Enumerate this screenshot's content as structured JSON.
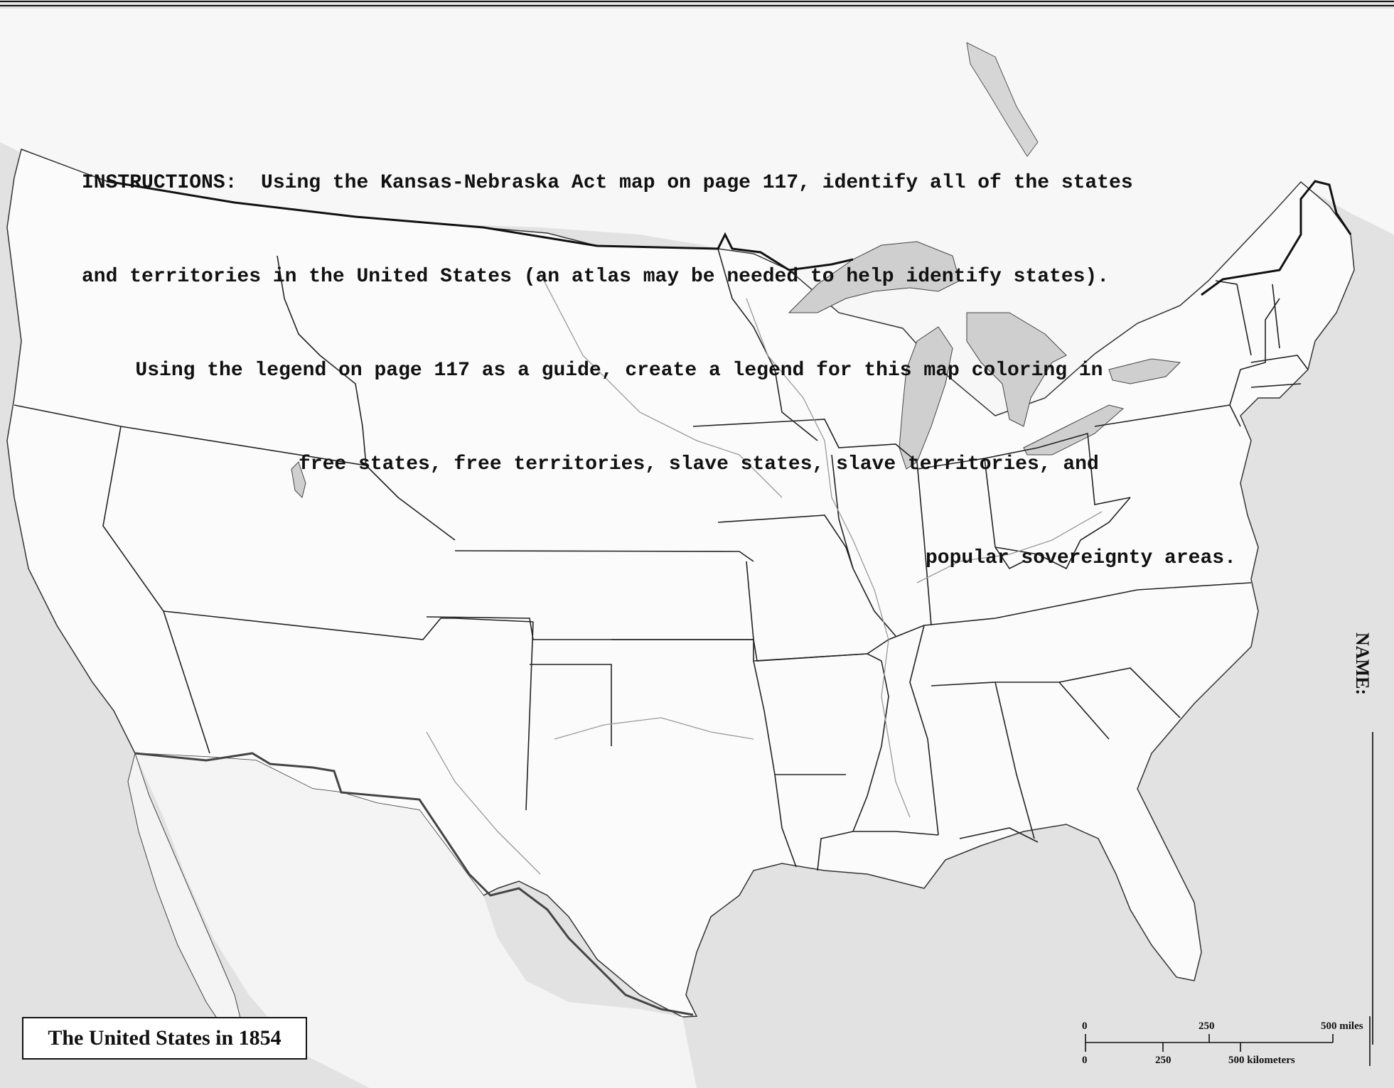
{
  "map": {
    "title": "The United States in 1854",
    "instructions": [
      "INSTRUCTIONS:  Using the Kansas-Nebraska Act map on page 117, identify all of the states",
      "and territories in the United States (an atlas may be needed to help identify states).",
      "   Using the legend on page 117 as a guide, create a legend for this map coloring in",
      "free states, free territories, slave states, slave territories, and",
      "popular sovereignty areas."
    ],
    "name_label": "NAME:",
    "scale_bar": {
      "miles": [
        "0",
        "250",
        "500 miles"
      ],
      "kilometers": [
        "0",
        "250",
        "500 kilometers"
      ]
    },
    "colors": {
      "land": "#fafafa",
      "water": "#e2e2e2",
      "border": "#222222",
      "frame": "#111111"
    }
  }
}
